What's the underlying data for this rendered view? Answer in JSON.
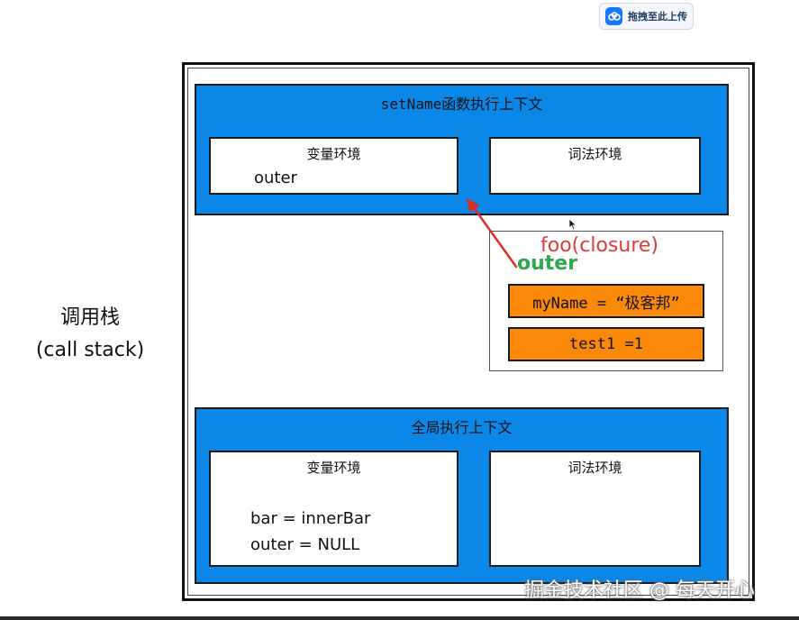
{
  "upload": {
    "label": "拖拽至此上传"
  },
  "call_stack": {
    "label_cn": "调用栈",
    "label_en": "(call stack)"
  },
  "setname_context": {
    "title": "setName函数执行上下文",
    "variable_env": {
      "title": "变量环境",
      "vars": [
        "outer"
      ]
    },
    "lexical_env": {
      "title": "词法环境"
    }
  },
  "closure": {
    "title": "foo(closure)",
    "outer_label": "outer",
    "items": [
      "myName = “极客邦”",
      "test1 =1"
    ]
  },
  "global_context": {
    "title": "全局执行上下文",
    "variable_env": {
      "title": "变量环境",
      "vars": [
        "bar =  innerBar",
        "outer = NULL"
      ]
    },
    "lexical_env": {
      "title": "词法环境"
    }
  },
  "watermark": "掘金技术社区 @ 每天开心",
  "colors": {
    "context_blue": "#0b87e8",
    "closure_orange": "#fb8a0a",
    "closure_title_red": "#e03a3a",
    "outer_green": "#2fa84f",
    "arrow_red": "#d93025"
  }
}
